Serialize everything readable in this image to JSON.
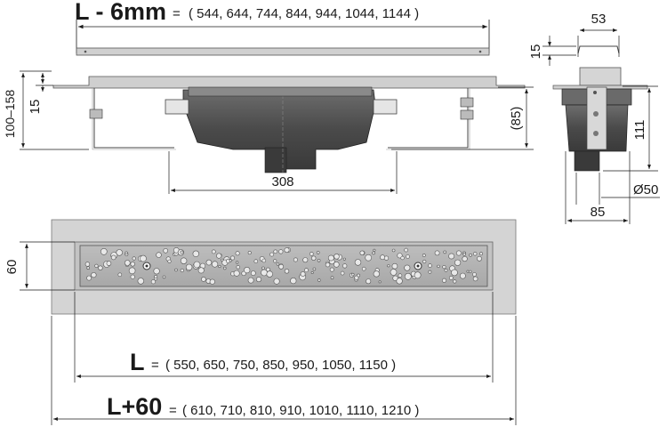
{
  "top_formula": {
    "label": "L - 6mm",
    "eq": "=",
    "values": "( 544, 644, 744, 844, 944, 1044, 1144 )"
  },
  "side_view": {
    "dim_height_range": "100–158",
    "dim_15": "15",
    "dim_85": "(85)",
    "dim_308": "308"
  },
  "end_view": {
    "dim_53": "53",
    "dim_15": "15",
    "dim_111": "111",
    "dim_diameter": "Ø50",
    "dim_85": "85"
  },
  "plan_view": {
    "dim_60": "60",
    "L_label": "L",
    "L_eq": "=",
    "L_values": "( 550, 650, 750, 850, 950, 1050, 1150 )",
    "L60_label": "L+60",
    "L60_eq": "=",
    "L60_values": "( 610, 710, 810, 910, 1010, 1110, 1210 )"
  },
  "colors": {
    "steel_light": "#d9d9d9",
    "steel_mid": "#bfbfbf",
    "body_dark": "#4a4a4a",
    "line": "#1a1a1a"
  }
}
